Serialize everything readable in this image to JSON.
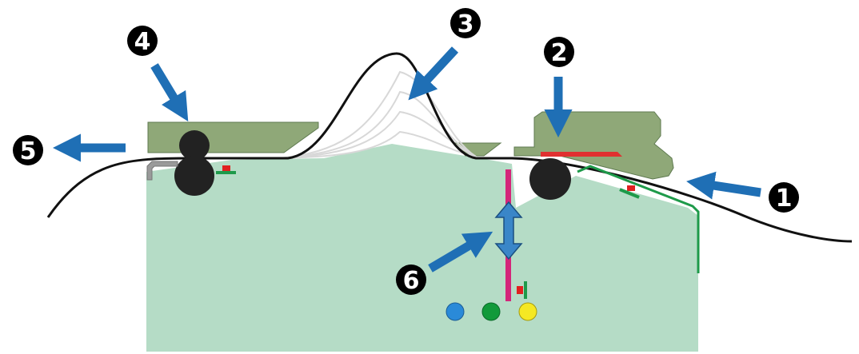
{
  "callouts": [
    {
      "id": "1",
      "label": "1"
    },
    {
      "id": "2",
      "label": "2"
    },
    {
      "id": "3",
      "label": "3"
    },
    {
      "id": "4",
      "label": "4"
    },
    {
      "id": "5",
      "label": "5"
    },
    {
      "id": "6",
      "label": "6"
    }
  ],
  "colors": {
    "machine_body": "#b5dcc6",
    "upper_guides": "#8fa878",
    "upper_guides_stroke": "#5f7a50",
    "rollers": "#222222",
    "paper_path": "#111111",
    "bulge_lines": "#d8d8d8",
    "arrow_blue": "#1f6fb5",
    "pusher_bar": "#d4257a",
    "pusher_arrow": "#3a86c8",
    "sensor_red": "#e02020",
    "sensor_green": "#1e9a4a",
    "feed_pad_red": "#e03030",
    "lamp_blue": "#2a8ad8",
    "lamp_green": "#119a3a",
    "lamp_yellow": "#f5e823",
    "exit_guide_grey": "#9a9a9a"
  },
  "icons": {
    "direction_arrows": "arrow-icon",
    "callout_markers": "numbered-badge-icon",
    "indicator_lamps": "circle-icon"
  }
}
